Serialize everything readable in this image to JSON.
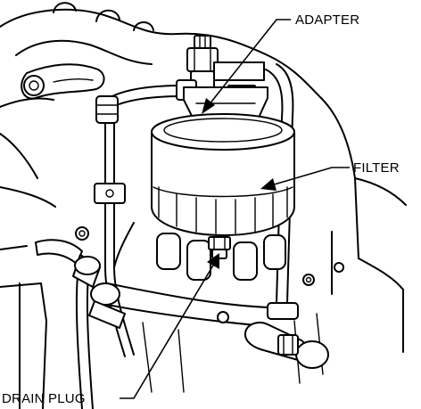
{
  "labels": {
    "adapter": "ADAPTER",
    "filter": "FILTER",
    "drain_plug": "DRAIN PLUG"
  }
}
